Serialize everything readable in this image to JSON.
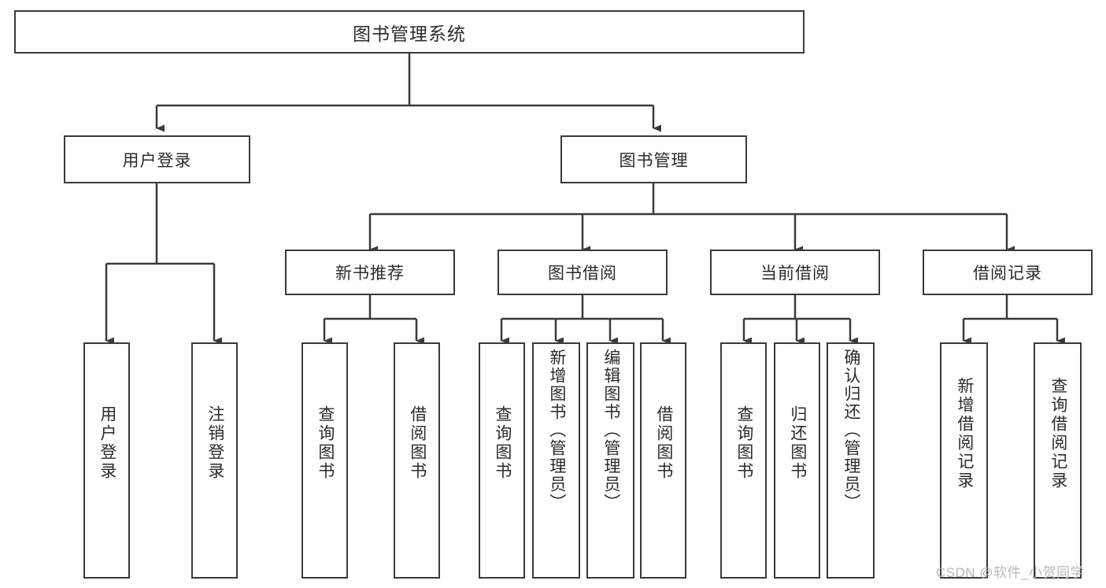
{
  "diagram": {
    "title": "图书管理系统",
    "type": "tree",
    "root": {
      "label": "图书管理系统"
    },
    "level1": [
      {
        "label": "用户登录"
      },
      {
        "label": "图书管理"
      }
    ],
    "level2": [
      {
        "label": "新书推荐"
      },
      {
        "label": "图书借阅"
      },
      {
        "label": "当前借阅"
      },
      {
        "label": "借阅记录"
      }
    ],
    "leaves": {
      "user_login": [
        {
          "label": "用户登录"
        },
        {
          "label": "注销登录"
        }
      ],
      "new_book_recommend": [
        {
          "label": "查询图书"
        },
        {
          "label": "借阅图书"
        }
      ],
      "book_borrow": [
        {
          "label": "查询图书"
        },
        {
          "label": "新增图书（管理员）"
        },
        {
          "label": "编辑图书（管理员）"
        },
        {
          "label": "借阅图书"
        }
      ],
      "current_borrow": [
        {
          "label": "查询图书"
        },
        {
          "label": "归还图书"
        },
        {
          "label": "确认归还（管理员）"
        }
      ],
      "borrow_record": [
        {
          "label": "新增借阅记录"
        },
        {
          "label": "查询借阅记录"
        }
      ]
    }
  },
  "watermark": {
    "text": "CSDN @软件_小贺同学"
  },
  "colors": {
    "stroke": "#3a3a3a",
    "text": "#2b2b2b",
    "background": "#ffffff",
    "watermark": "#b8b8b8"
  }
}
